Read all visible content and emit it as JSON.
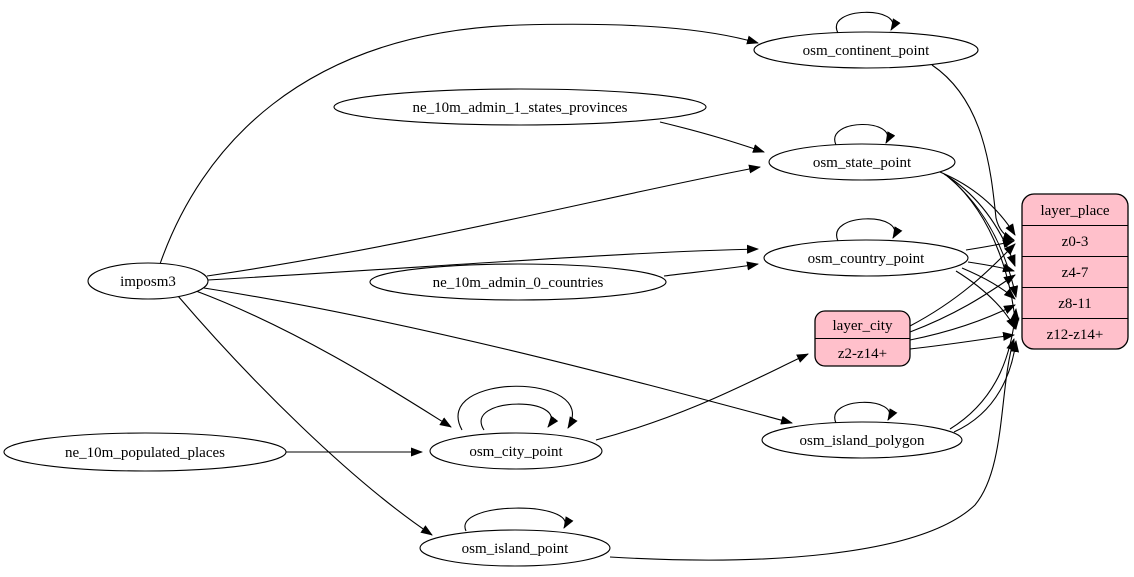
{
  "diagram": {
    "type": "etl-graph",
    "background_color": "#ffffff",
    "ellipse_fill": "#ffffff",
    "record_fill": "#ffc0cb",
    "stroke_color": "#000000",
    "nodes": {
      "imposm3": {
        "label": "imposm3",
        "shape": "ellipse"
      },
      "ne_10m_admin_1_states_provinces": {
        "label": "ne_10m_admin_1_states_provinces",
        "shape": "ellipse"
      },
      "ne_10m_admin_0_countries": {
        "label": "ne_10m_admin_0_countries",
        "shape": "ellipse"
      },
      "ne_10m_populated_places": {
        "label": "ne_10m_populated_places",
        "shape": "ellipse"
      },
      "osm_continent_point": {
        "label": "osm_continent_point",
        "shape": "ellipse"
      },
      "osm_state_point": {
        "label": "osm_state_point",
        "shape": "ellipse"
      },
      "osm_country_point": {
        "label": "osm_country_point",
        "shape": "ellipse"
      },
      "osm_city_point": {
        "label": "osm_city_point",
        "shape": "ellipse"
      },
      "osm_island_polygon": {
        "label": "osm_island_polygon",
        "shape": "ellipse"
      },
      "osm_island_point": {
        "label": "osm_island_point",
        "shape": "ellipse"
      },
      "layer_city": {
        "label": "layer_city",
        "shape": "record",
        "rows": [
          "z2-z14+"
        ]
      },
      "layer_place": {
        "label": "layer_place",
        "shape": "record",
        "rows": [
          "z0-3",
          "z4-7",
          "z8-11",
          "z12-z14+"
        ]
      }
    },
    "edges": [
      {
        "from": "imposm3",
        "to": "osm_continent_point"
      },
      {
        "from": "imposm3",
        "to": "osm_state_point"
      },
      {
        "from": "imposm3",
        "to": "osm_country_point"
      },
      {
        "from": "imposm3",
        "to": "osm_city_point"
      },
      {
        "from": "imposm3",
        "to": "osm_island_polygon"
      },
      {
        "from": "imposm3",
        "to": "osm_island_point"
      },
      {
        "from": "ne_10m_admin_1_states_provinces",
        "to": "osm_state_point"
      },
      {
        "from": "ne_10m_admin_0_countries",
        "to": "osm_country_point"
      },
      {
        "from": "ne_10m_populated_places",
        "to": "osm_city_point"
      },
      {
        "from": "osm_city_point",
        "to": "layer_city",
        "to_row": "z2-z14+"
      },
      {
        "from": "osm_continent_point",
        "to": "layer_place",
        "to_row": "z0-3"
      },
      {
        "from": "osm_state_point",
        "to": "layer_place",
        "to_row": "z0-3"
      },
      {
        "from": "osm_state_point",
        "to": "layer_place",
        "to_row": "z4-7"
      },
      {
        "from": "osm_state_point",
        "to": "layer_place",
        "to_row": "z8-11"
      },
      {
        "from": "osm_state_point",
        "to": "layer_place",
        "to_row": "z12-z14+"
      },
      {
        "from": "osm_country_point",
        "to": "layer_place",
        "to_row": "z0-3"
      },
      {
        "from": "osm_country_point",
        "to": "layer_place",
        "to_row": "z4-7"
      },
      {
        "from": "osm_country_point",
        "to": "layer_place",
        "to_row": "z8-11"
      },
      {
        "from": "osm_country_point",
        "to": "layer_place",
        "to_row": "z12-z14+"
      },
      {
        "from": "layer_city",
        "to": "layer_place",
        "to_row": "z0-3"
      },
      {
        "from": "layer_city",
        "to": "layer_place",
        "to_row": "z4-7"
      },
      {
        "from": "layer_city",
        "to": "layer_place",
        "to_row": "z8-11"
      },
      {
        "from": "layer_city",
        "to": "layer_place",
        "to_row": "z12-z14+"
      },
      {
        "from": "osm_island_polygon",
        "to": "layer_place",
        "to_row": "z8-11"
      },
      {
        "from": "osm_island_polygon",
        "to": "layer_place",
        "to_row": "z12-z14+"
      },
      {
        "from": "osm_island_point",
        "to": "layer_place",
        "to_row": "z12-z14+"
      }
    ],
    "self_loops": [
      "osm_continent_point",
      "osm_state_point",
      "osm_country_point",
      "osm_city_point",
      "osm_city_point",
      "osm_island_polygon",
      "osm_island_point"
    ]
  }
}
